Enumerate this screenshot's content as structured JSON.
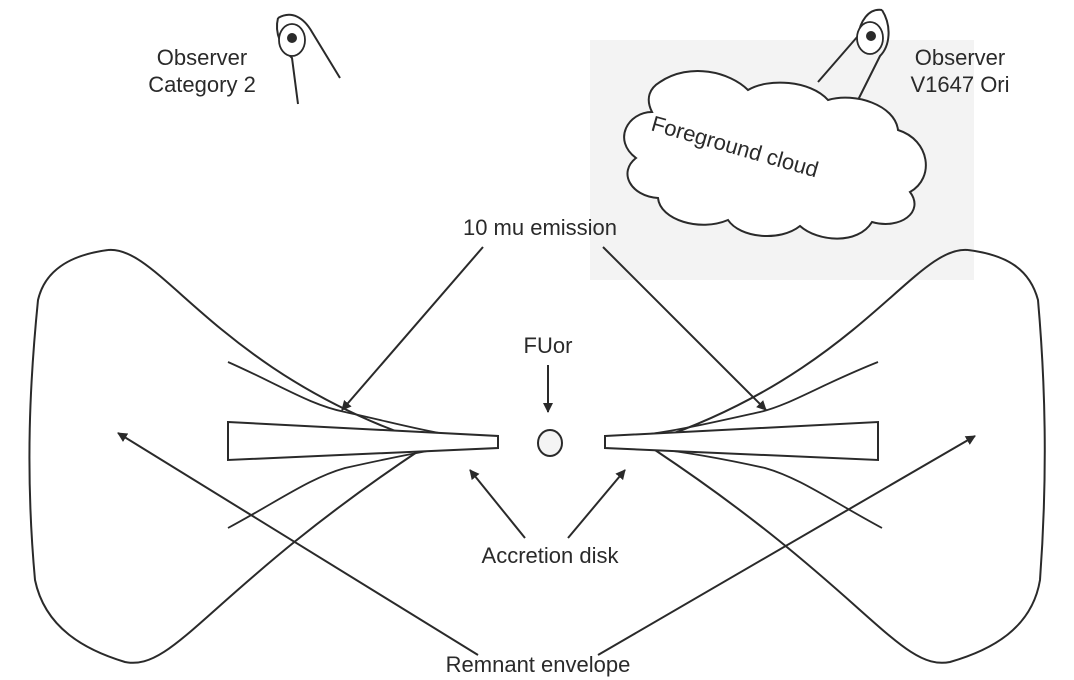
{
  "observers": {
    "left": {
      "line1": "Observer",
      "line2": "Category 2"
    },
    "right": {
      "line1": "Observer",
      "line2": "V1647 Ori"
    }
  },
  "cloud_label": "Foreground cloud",
  "labels": {
    "emission": "10 mu emission",
    "fuor": "FUor",
    "accretion_disk": "Accretion disk",
    "remnant_envelope": "Remnant envelope"
  },
  "colors": {
    "ink": "#2a2a2a",
    "shade": "#f3f3f3",
    "star_fill": "#f4f4f4"
  },
  "icons": [
    "eye-icon",
    "cloud-shape",
    "star-circle"
  ]
}
